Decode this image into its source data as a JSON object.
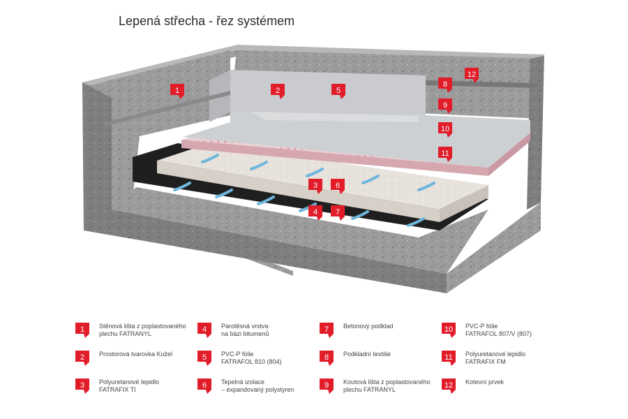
{
  "title": "Lepená střecha - řez systémem",
  "colors": {
    "marker": "#e11d2a",
    "concrete": "#9a9a9a",
    "membrane": "#c6c8cb",
    "bitumen": "#1e1e1e",
    "insulation": "#e8e2da",
    "textile": "#e9c6cc",
    "adhesive": "#6fb6dc"
  },
  "markers": [
    "1",
    "2",
    "3",
    "4",
    "5",
    "6",
    "7",
    "8",
    "9",
    "10",
    "11",
    "12"
  ],
  "legend": [
    {
      "num": "1",
      "text": "Stěnová lišta z poplastovaného\nplechu FATRANYL"
    },
    {
      "num": "2",
      "text": "Prostorová tvarovka Kužel"
    },
    {
      "num": "3",
      "text": "Polyuretanové lepidlo\nFATRAFIX TI"
    },
    {
      "num": "4",
      "text": "Parotěsná vrstva\nna bázi bitumenů"
    },
    {
      "num": "5",
      "text": "PVC-P fólie\nFATRAFOL 810 (804)"
    },
    {
      "num": "6",
      "text": "Tepelná izolace\n– expandovaný polystyren"
    },
    {
      "num": "7",
      "text": "Betonový podklad"
    },
    {
      "num": "8",
      "text": "Podkladní textilie"
    },
    {
      "num": "9",
      "text": "Koutová lišta z poplastovaného\nplechu FATRANYL"
    },
    {
      "num": "10",
      "text": "PVC-P fólie\nFATRAFOL 807/V (807)"
    },
    {
      "num": "11",
      "text": "Polyuretanové lepidlo\nFATRAFIX FM"
    },
    {
      "num": "12",
      "text": "Kotevní prvek"
    }
  ]
}
